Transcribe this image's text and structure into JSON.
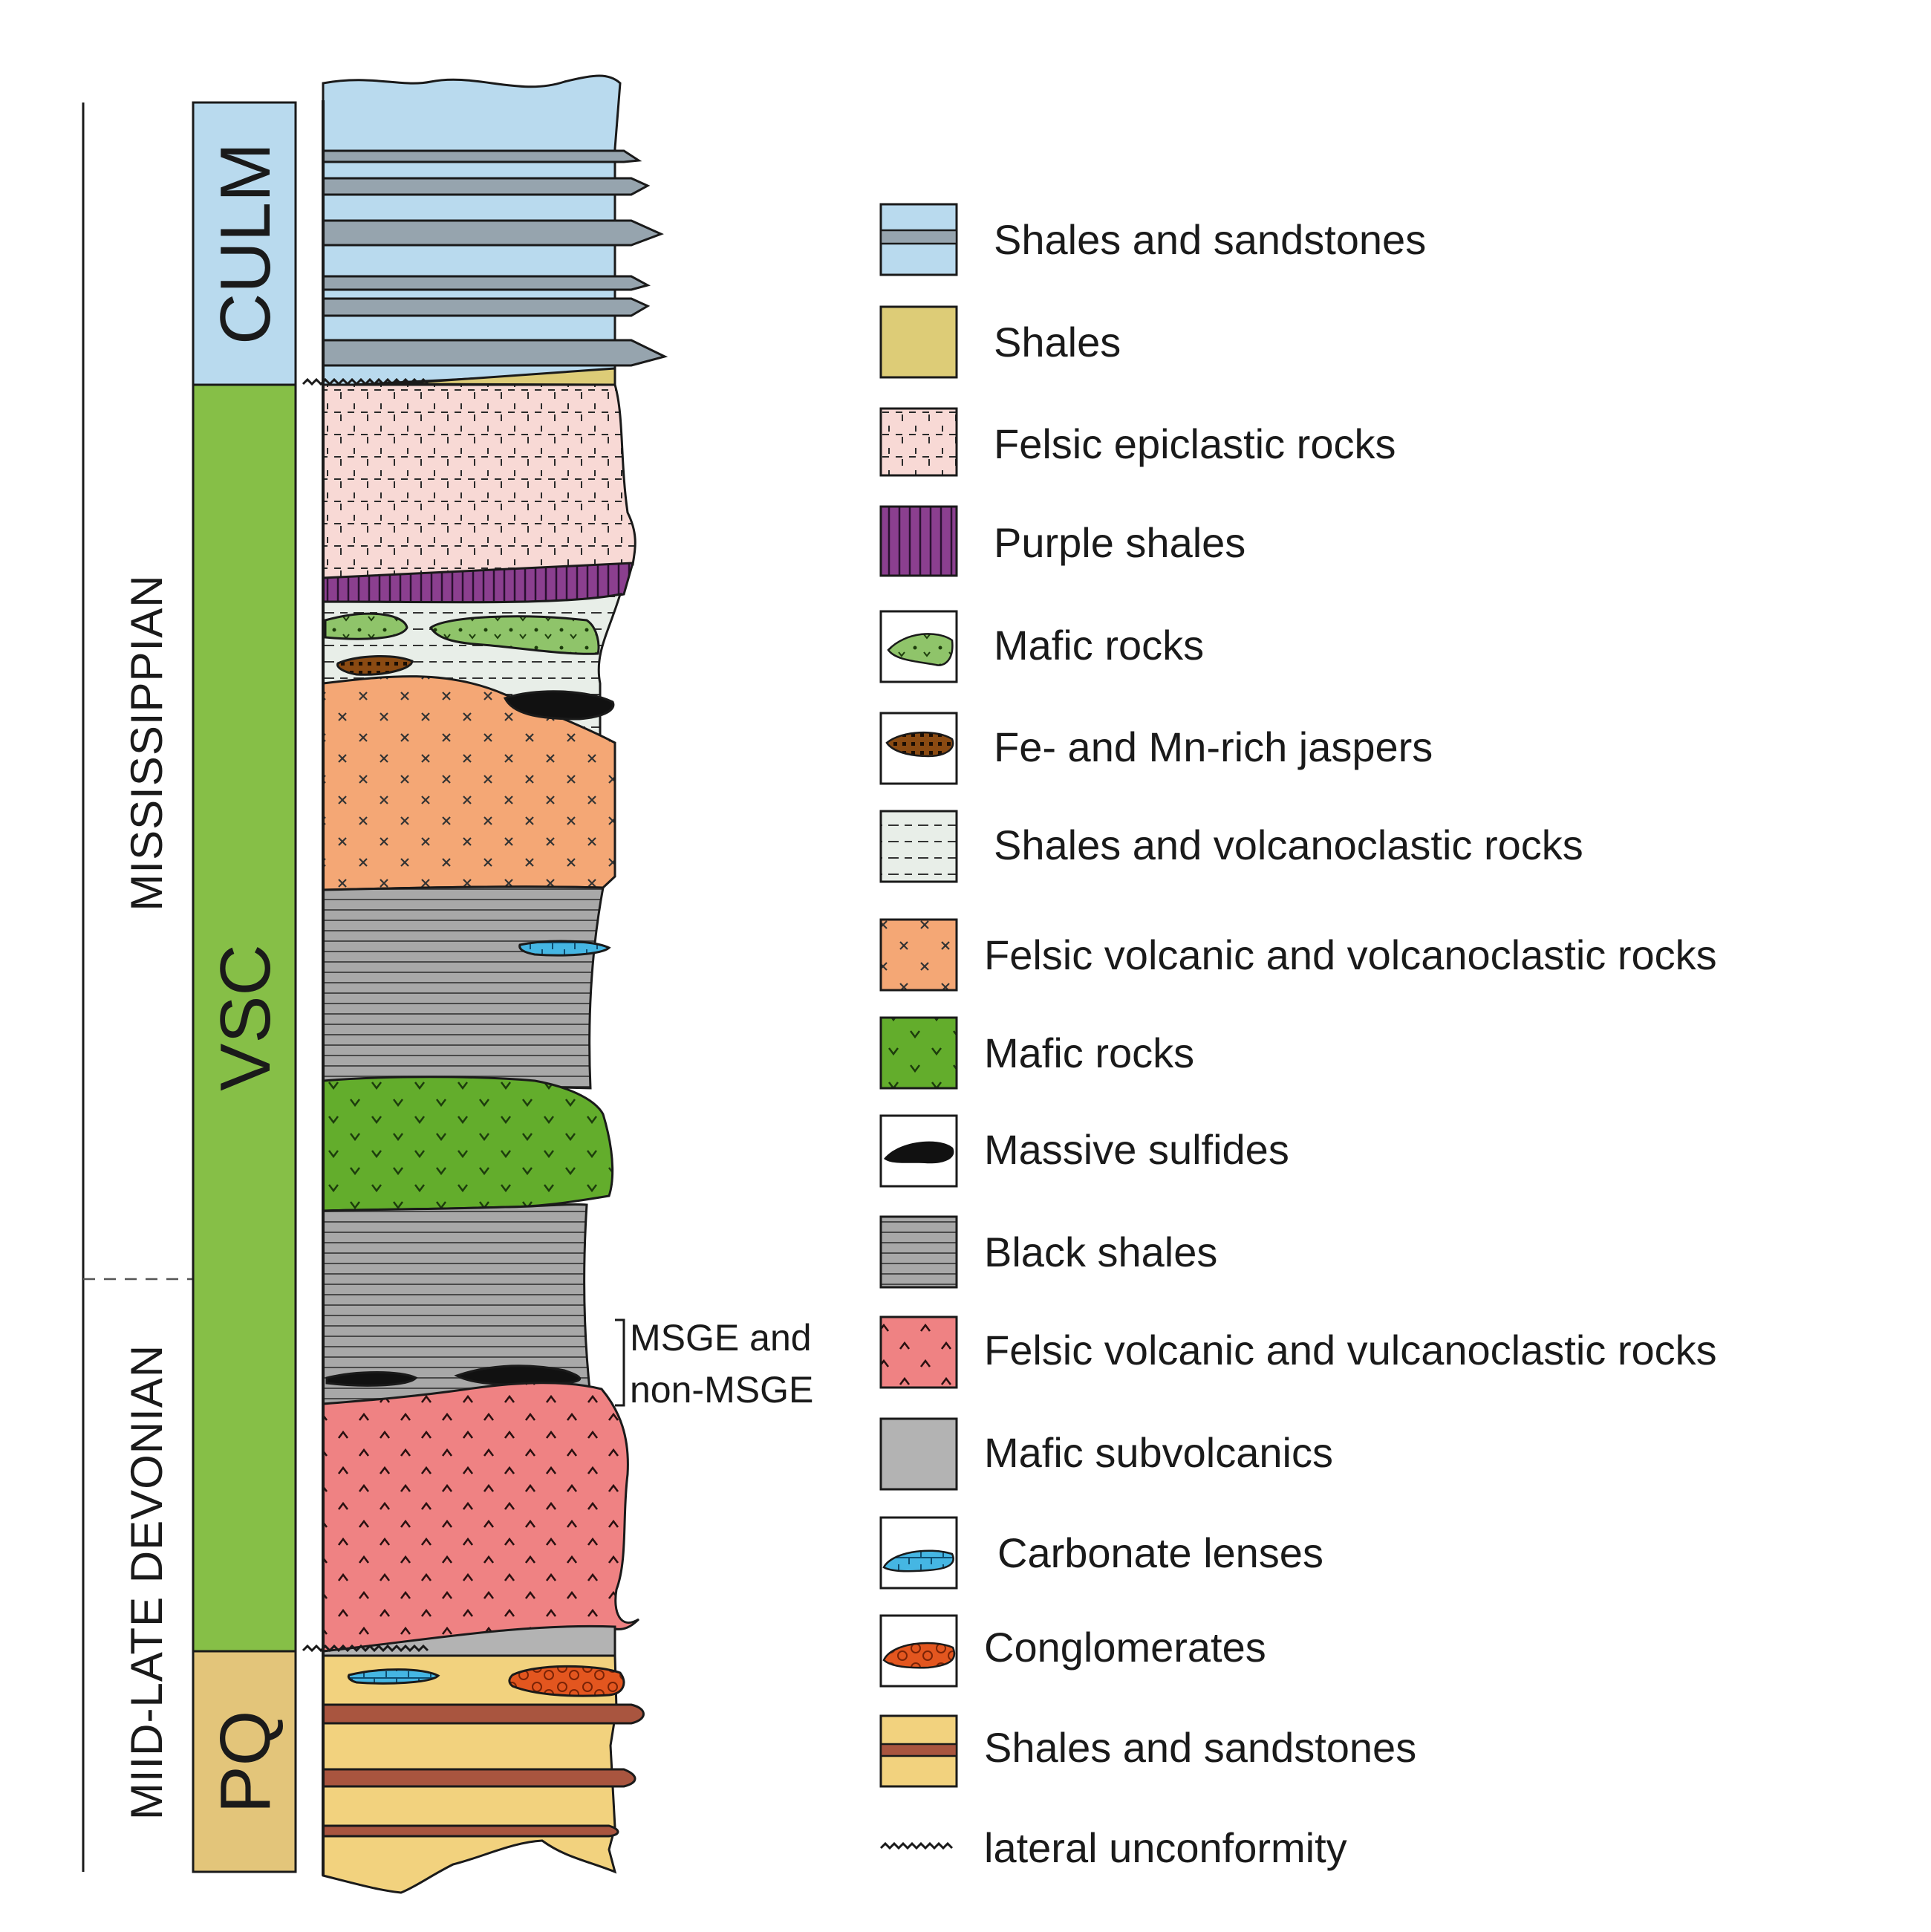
{
  "ages": [
    {
      "id": "mississippian",
      "label": "MISSISSIPPIAN"
    },
    {
      "id": "devonian",
      "label": "MIID-LATE DEVONIAN"
    }
  ],
  "units": [
    {
      "id": "culm",
      "label": "CULM",
      "color": "#b9daee"
    },
    {
      "id": "vsc",
      "label": "VSC",
      "color": "#86bf47"
    },
    {
      "id": "pq",
      "label": "PQ",
      "color": "#e3c57a"
    }
  ],
  "annotation": {
    "line1": "MSGE and",
    "line2": "non-MSGE"
  },
  "colors": {
    "shale_sand_light": "#b9daee",
    "shale_sand_bed": "#96a4ae",
    "shales": "#ddcc77",
    "felsic_epiclastic": "#f8d9d5",
    "purple_shales": "#8b3f8f",
    "mafic_light": "#8fc46a",
    "jasper": "#8a4a12",
    "shale_volcanoclastic": "#e8eee8",
    "felsic_volcanic": "#f4a775",
    "mafic_rocks": "#63ad2c",
    "sulfides": "#111111",
    "black_shales": "#a8a8a8",
    "felsic_vulcanoclastic": "#ef8283",
    "mafic_subvolcanics": "#b3b3b3",
    "carbonate": "#45b6e3",
    "conglomerate": "#e3561f",
    "pq_sand": "#f2d27e",
    "pq_bed": "#a9553f"
  },
  "legend": [
    {
      "label": "Shales and sandstones",
      "pattern": "culm-sand",
      "icon": "banded-box-icon"
    },
    {
      "label": "Shales",
      "pattern": "shales",
      "icon": "filled-box-icon"
    },
    {
      "label": "Felsic epiclastic rocks",
      "pattern": "epiclastic",
      "icon": "dash-pattern-icon"
    },
    {
      "label": "Purple shales",
      "pattern": "purple",
      "icon": "vertical-lines-icon"
    },
    {
      "label": "Mafic rocks",
      "pattern": "mafic-lens",
      "icon": "green-lens-icon"
    },
    {
      "label": "Fe- and Mn-rich jaspers",
      "pattern": "jasper-lens",
      "icon": "brown-lens-icon"
    },
    {
      "label": "Shales and volcanoclastic rocks",
      "pattern": "shale-volc",
      "icon": "dashed-lines-icon"
    },
    {
      "label": "Felsic volcanic and volcanoclastic rocks",
      "pattern": "felsic-x",
      "icon": "cross-pattern-icon"
    },
    {
      "label": "Mafic rocks",
      "pattern": "mafic-v",
      "icon": "v-pattern-icon"
    },
    {
      "label": "Massive sulfides",
      "pattern": "sulfide-lens",
      "icon": "black-lens-icon"
    },
    {
      "label": "Black shales",
      "pattern": "black-shale",
      "icon": "horizontal-lines-icon"
    },
    {
      "label": "Felsic volcanic and vulcanoclastic rocks",
      "pattern": "felsic-caret",
      "icon": "caret-pattern-icon"
    },
    {
      "label": "Mafic subvolcanics",
      "pattern": "subvolc",
      "icon": "grey-box-icon"
    },
    {
      "label": "Carbonate lenses",
      "pattern": "carbonate-lens",
      "icon": "blue-lens-icon"
    },
    {
      "label": "Conglomerates",
      "pattern": "conglomerate-lens",
      "icon": "red-lens-icon"
    },
    {
      "label": "Shales and sandstones",
      "pattern": "pq-sand",
      "icon": "banded-box-icon"
    },
    {
      "label": "lateral unconformity",
      "pattern": "unconformity",
      "icon": "wavy-line-icon"
    }
  ]
}
